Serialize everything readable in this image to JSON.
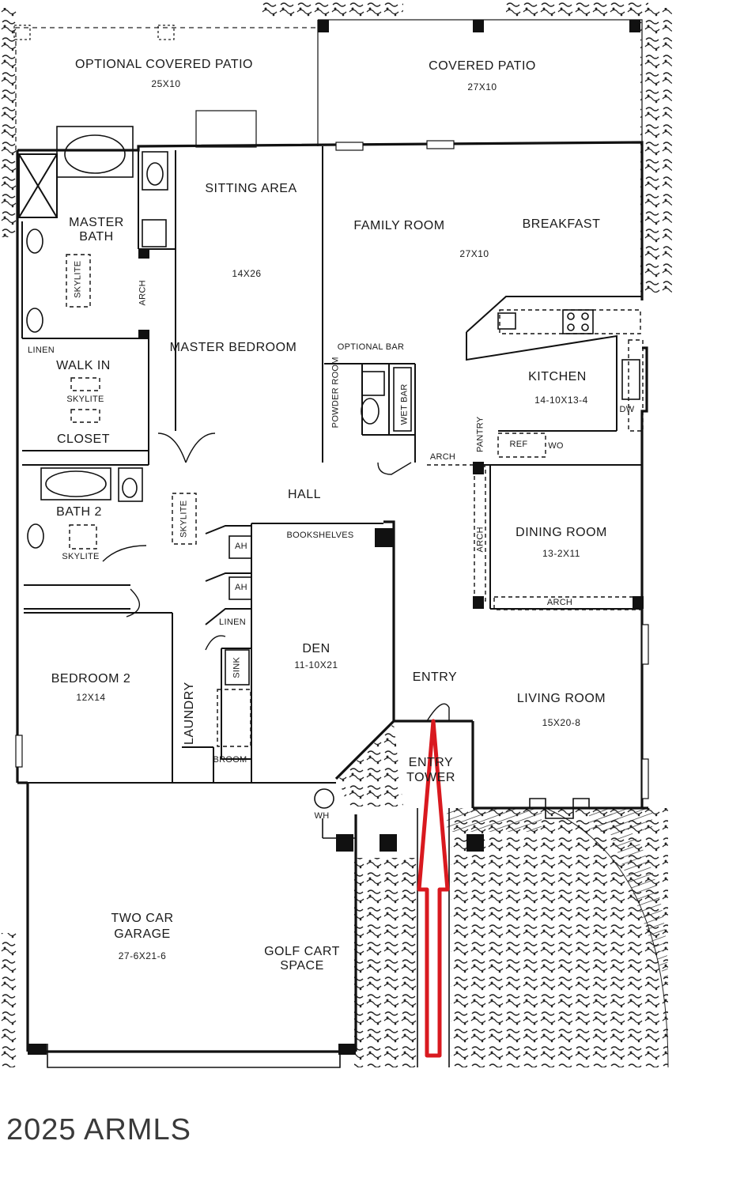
{
  "rooms": {
    "optional_patio": {
      "name": "OPTIONAL COVERED PATIO",
      "dim": "25x10"
    },
    "covered_patio": {
      "name": "COVERED PATIO",
      "dim": "27x10"
    },
    "sitting_area": {
      "name": "SITTING AREA"
    },
    "family_room": {
      "name": "FAMILY ROOM",
      "dim": "27x10"
    },
    "breakfast": {
      "name": "BREAKFAST"
    },
    "master_bath": {
      "name": "MASTER BATH"
    },
    "master_bedroom": {
      "name": "MASTER BEDROOM",
      "dim": "14x26"
    },
    "walk_in_closet": {
      "name_top": "WALK IN",
      "name_bottom": "CLOSET"
    },
    "kitchen": {
      "name": "KITCHEN",
      "dim": "14-10x13-4"
    },
    "hall": {
      "name": "HALL"
    },
    "bath2": {
      "name": "BATH 2"
    },
    "dining_room": {
      "name": "DINING ROOM",
      "dim": "13-2x11"
    },
    "den": {
      "name": "DEN",
      "dim": "11-10x21"
    },
    "entry": {
      "name": "ENTRY"
    },
    "living_room": {
      "name": "LIVING ROOM",
      "dim": "15x20-8"
    },
    "bedroom2": {
      "name": "BEDROOM 2",
      "dim": "12x14"
    },
    "laundry": {
      "name": "LAUNDRY"
    },
    "entry_tower": {
      "name_top": "ENTRY",
      "name_bottom": "TOWER"
    },
    "garage": {
      "name_top": "TWO CAR",
      "name_bottom": "GARAGE",
      "dim": "27-6x21-6"
    },
    "golf_cart": {
      "name_top": "GOLF CART",
      "name_bottom": "SPACE"
    }
  },
  "small_labels": {
    "arch_master": "ARCH",
    "linen_master": "LINEN",
    "skylite_master_bath": "SKYLITE",
    "skylite_closet": "SKYLITE",
    "skylite_bath2": "SKYLITE",
    "skylite_hall": "SKYLITE",
    "optional_bar": "OPTIONAL BAR",
    "powder_room": "POWDER ROOM",
    "wet_bar": "WET BAR",
    "pantry": "PANTRY",
    "ref": "REF",
    "wo": "WO",
    "dw": "DW",
    "arch_kitchen": "ARCH",
    "arch_dining_side": "ARCH",
    "arch_dining_bottom": "ARCH",
    "bookshelves": "BOOKSHELVES",
    "ah1": "AH",
    "ah2": "AH",
    "linen_hall": "LINEN",
    "sink": "SINK",
    "broom": "BROOM",
    "wh": "WH"
  },
  "annotation": {
    "arrow_color": "#d9191f"
  },
  "footer": {
    "copyright": "2025 ARMLS"
  }
}
